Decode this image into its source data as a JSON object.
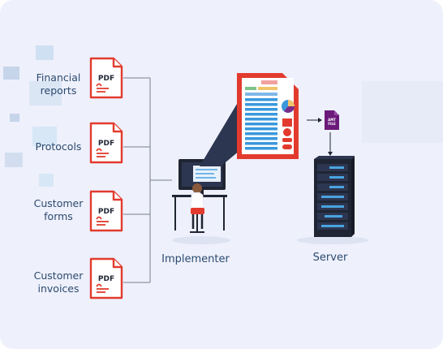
{
  "inputs": [
    {
      "label_line1": "Financial",
      "label_line2": "reports",
      "file_type": "PDF"
    },
    {
      "label_line1": "Protocols",
      "label_line2": "",
      "file_type": "PDF"
    },
    {
      "label_line1": "Customer",
      "label_line2": "forms",
      "file_type": "PDF"
    },
    {
      "label_line1": "Customer",
      "label_line2": "invoices",
      "file_type": "PDF"
    }
  ],
  "implementer_label": "Implementer",
  "server_label": "Server",
  "output_file": {
    "line1": "AMT",
    "line2": "FILE"
  },
  "colors": {
    "background": "#eef0fb",
    "pdf_red": "#e23b2e",
    "text": "#2b4a6f",
    "lines": "#7a7f8c",
    "output_purple": "#6b1a7a",
    "server_dark": "#1f2533",
    "server_accent": "#4aa3e0"
  }
}
